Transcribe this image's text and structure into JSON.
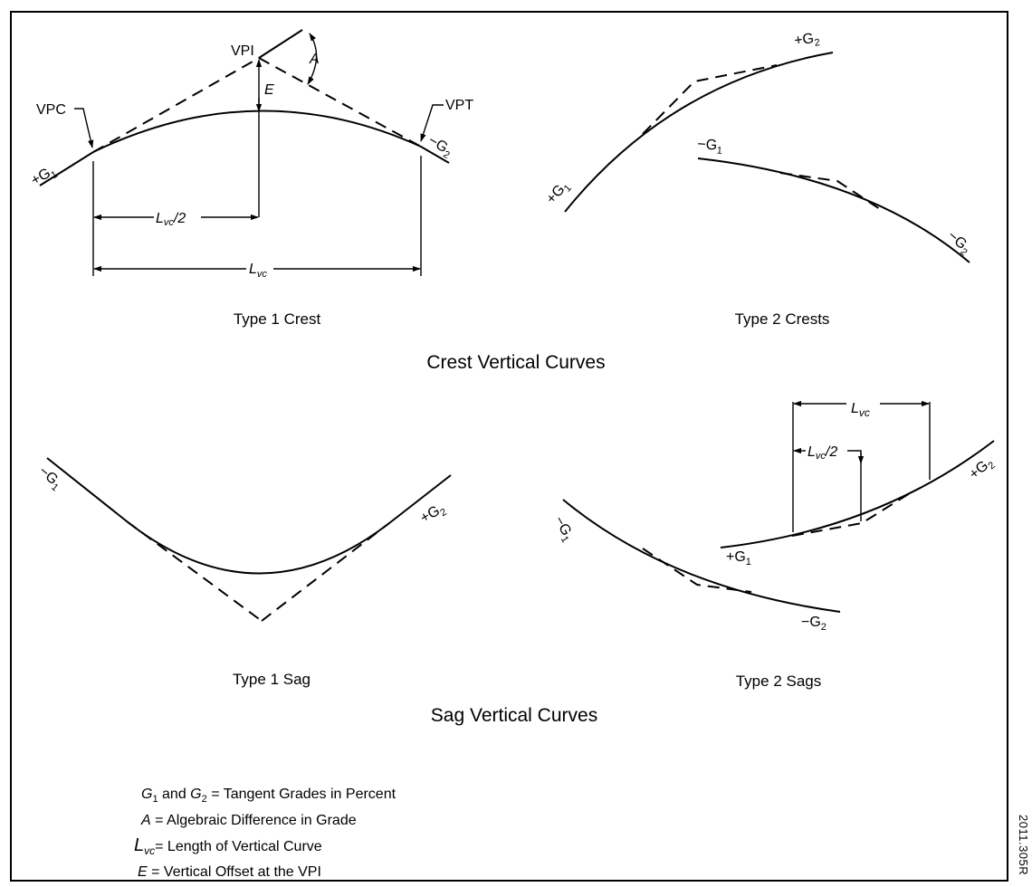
{
  "labels": {
    "vpi": "VPI",
    "vpc": "VPC",
    "vpt": "VPT",
    "a": "A",
    "e": "E",
    "plus_g1": "+G",
    "minus_g1": "−G",
    "plus_g2": "+G",
    "minus_g2": "−G",
    "sub1": "1",
    "sub2": "2",
    "l": "L",
    "vc": "vc",
    "half": "/2"
  },
  "captions": {
    "type1_crest": "Type 1 Crest",
    "type2_crests": "Type 2 Crests",
    "crest_section": "Crest Vertical Curves",
    "type1_sag": "Type 1 Sag",
    "type2_sags": "Type 2 Sags",
    "sag_section": "Sag Vertical Curves"
  },
  "legend": {
    "g_line_and": " and ",
    "g_line_eq": " =  Tangent Grades in Percent",
    "a_sym": "A",
    "a_def": " =  Algebraic Difference in Grade",
    "l_def": "=  Length of Vertical Curve",
    "e_sym": "E",
    "e_def": "  =  Vertical Offset at the VPI"
  },
  "figure_id": "2011.305R"
}
